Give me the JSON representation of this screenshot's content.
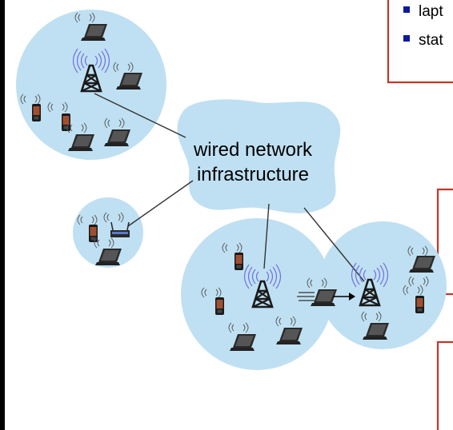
{
  "bullets": [
    {
      "text": "lapt"
    },
    {
      "text": "stat"
    }
  ],
  "cloud": {
    "line1": "wired network",
    "line2": "infrastructure"
  },
  "colors": {
    "cell": "#bfe0f2",
    "cloud": "#bfe0f2",
    "callout_border": "#c0392b",
    "bullet": "#0a1a9a",
    "tower": "#1a1a1a",
    "radio_wave": "#6a6ae0",
    "left_border": "#000000"
  },
  "icons": [
    "base-station-tower-icon",
    "laptop-icon",
    "cellphone-icon",
    "wireless-router-icon",
    "motion-arrow-icon"
  ]
}
